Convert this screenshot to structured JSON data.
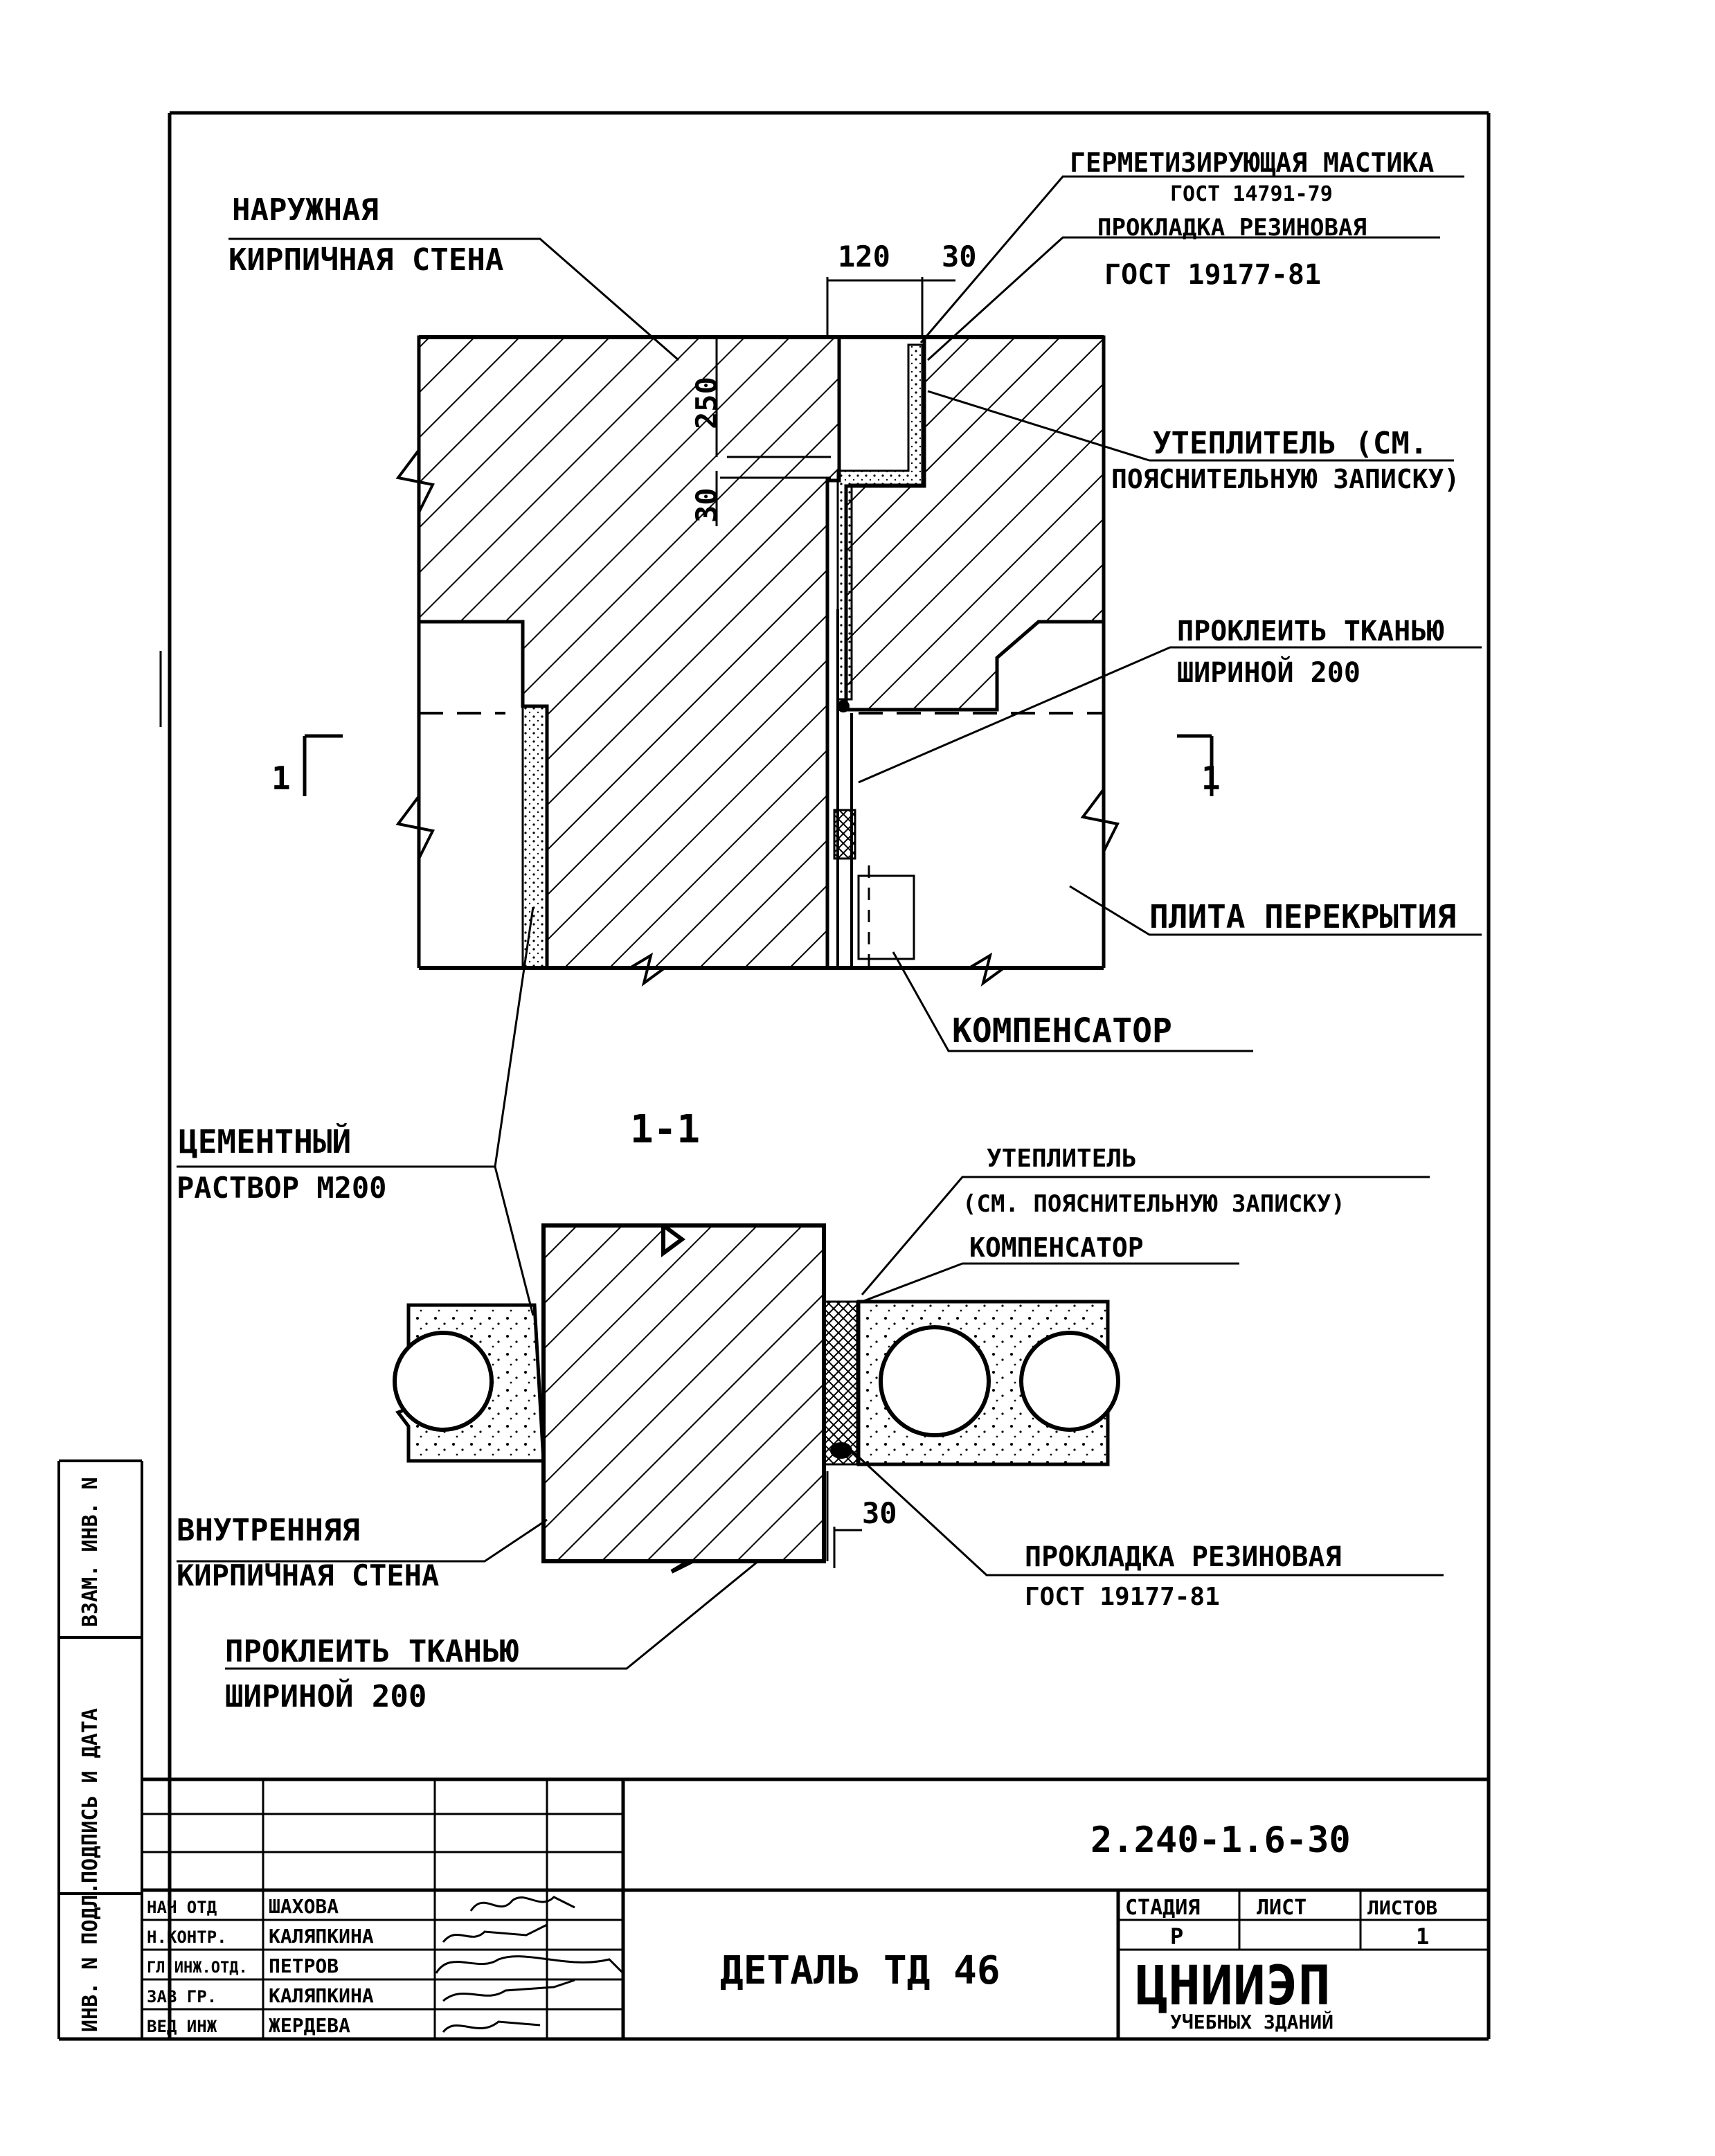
{
  "labels": {
    "outer_wall_1": "НАРУЖНАЯ",
    "outer_wall_2": "КИРПИЧНАЯ СТЕНА",
    "sealant_1": "ГЕРМЕТИЗИРУЮЩАЯ МАСТИКА",
    "sealant_2": "ГОСТ 14791-79",
    "gasket_top_1": "ПРОКЛАДКА РЕЗИНОВАЯ",
    "gasket_top_2": "ГОСТ 19177-81",
    "insul_top_1": "УТЕПЛИТЕЛЬ (СМ.",
    "insul_top_2": "ПОЯСНИТЕЛЬНУЮ ЗАПИСКУ)",
    "fabric_top_1": "ПРОКЛЕИТЬ ТКАНЬЮ",
    "fabric_top_2": "ШИРИНОЙ 200",
    "slab": "ПЛИТА ПЕРЕКРЫТИЯ",
    "compensator_top": "КОМПЕНСАТОР",
    "cement_1": "ЦЕМЕНТНЫЙ",
    "cement_2": "РАСТВОР М200",
    "section_title": "1-1",
    "cut_left": "1",
    "cut_right": "1",
    "insul_bot_1": "УТЕПЛИТЕЛЬ",
    "insul_bot_2": "(СМ. ПОЯСНИТЕЛЬНУЮ ЗАПИСКУ)",
    "compensator_bot": "КОМПЕНСАТОР",
    "inner_wall_1": "ВНУТРЕННЯЯ",
    "inner_wall_2": "КИРПИЧНАЯ СТЕНА",
    "gasket_bot_1": "ПРОКЛАДКА РЕЗИНОВАЯ",
    "gasket_bot_2": "ГОСТ 19177-81",
    "fabric_bot_1": "ПРОКЛЕИТЬ ТКАНЬЮ",
    "fabric_bot_2": "ШИРИНОЙ 200"
  },
  "dims": {
    "d120": "120",
    "d30_top": "30",
    "d250": "250",
    "d30_vert": "30",
    "d30_bot": "30"
  },
  "side_stamp": {
    "inv_orig": "ИНВ. N ПОДЛ.",
    "sign_date": "ПОДПИСЬ И ДАТА",
    "replace_inv": "ВЗАМ. ИНВ. N"
  },
  "title_block": {
    "doc_code": "2.240-1.6-30",
    "title": "ДЕТАЛЬ ТД 46",
    "stage_label": "СТАДИЯ",
    "sheet_label": "ЛИСТ",
    "sheets_label": "ЛИСТОВ",
    "stage_value": "Р",
    "sheets_value": "1",
    "org_name": "ЦНИИЭП",
    "org_sub": "УЧЕБНЫХ ЗДАНИЙ",
    "staff": [
      {
        "role": "НАЧ ОТД",
        "name": "ШАХОВА"
      },
      {
        "role": "Н.КОНТР.",
        "name": "КАЛЯПКИНА"
      },
      {
        "role": "ГЛ.ИНЖ.ОТД.",
        "name": "ПЕТРОВ"
      },
      {
        "role": "ЗАВ ГР.",
        "name": "КАЛЯПКИНА"
      },
      {
        "role": "ВЕД ИНЖ",
        "name": "ЖЕРДЕВА"
      }
    ]
  }
}
